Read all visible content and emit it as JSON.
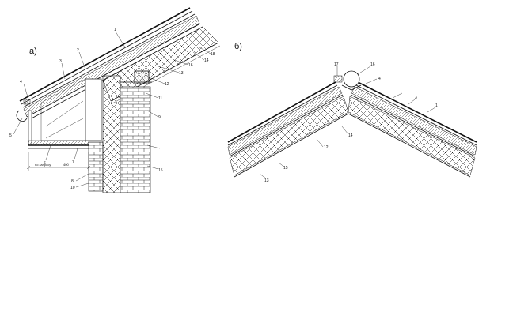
{
  "panel_a": {
    "label": "а)",
    "callouts": [
      "1",
      "2",
      "3",
      "4",
      "5",
      "6",
      "7",
      "8",
      "9",
      "10",
      "11",
      "12",
      "13",
      "14",
      "15",
      "16",
      "18"
    ],
    "dimension_left": "no запросу",
    "dimension_right": "400"
  },
  "panel_b": {
    "label": "б)",
    "callouts": [
      "1",
      "3",
      "4",
      "12",
      "13",
      "14",
      "15",
      "16",
      "17"
    ]
  }
}
